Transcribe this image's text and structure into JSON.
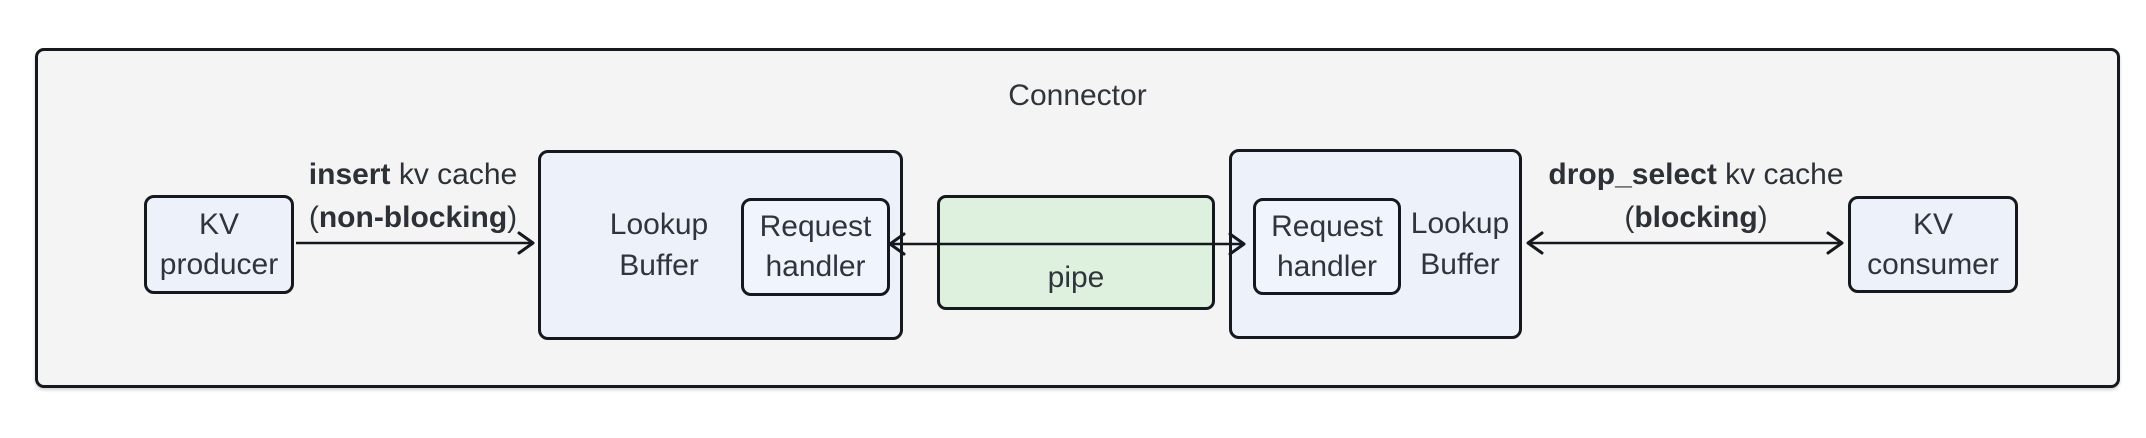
{
  "diagram": {
    "title": "Connector",
    "nodes": {
      "kv_producer": {
        "line1": "KV",
        "line2": "producer"
      },
      "lookup_buffer_left": {
        "line1": "Lookup",
        "line2": "Buffer"
      },
      "request_handler_left": {
        "line1": "Request",
        "line2": "handler"
      },
      "pipe": {
        "label": "pipe"
      },
      "request_handler_right": {
        "line1": "Request",
        "line2": "handler"
      },
      "lookup_buffer_right": {
        "line1": "Lookup",
        "line2": "Buffer"
      },
      "kv_consumer": {
        "line1": "KV",
        "line2": "consumer"
      }
    },
    "edges": {
      "insert": {
        "bold1": "insert",
        "rest1": " kv cache",
        "paren_open": "(",
        "bold2": "non-blocking",
        "paren_close": ")"
      },
      "drop_select": {
        "bold1": "drop_select",
        "rest1": " kv cache",
        "paren_open": "(",
        "bold2": "blocking",
        "paren_close": ")"
      }
    },
    "colors": {
      "canvas_background": "#ffffff",
      "container_fill": "#f4f4f4",
      "node_fill": "#edf1fa",
      "pipe_fill": "#def1de",
      "border": "#15181c",
      "text": "#2f353b"
    }
  }
}
